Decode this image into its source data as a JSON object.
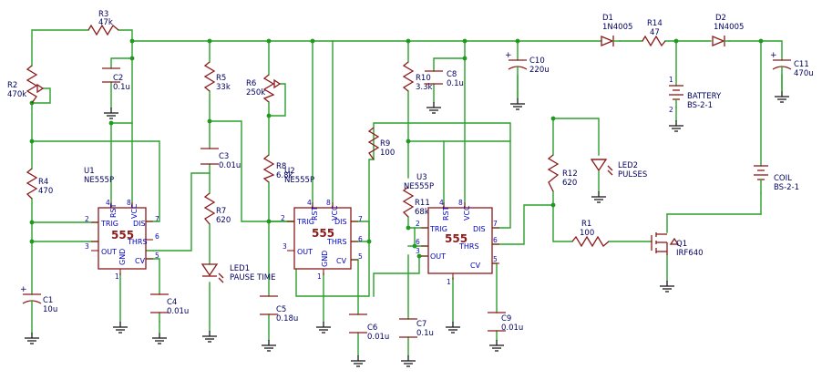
{
  "components": {
    "R3": {
      "ref": "R3",
      "value": "47k"
    },
    "R2": {
      "ref": "R2",
      "value": "470k"
    },
    "C2": {
      "ref": "C2",
      "value": "0.1u"
    },
    "R4": {
      "ref": "R4",
      "value": "470"
    },
    "C1": {
      "ref": "C1",
      "value": "10u"
    },
    "U1": {
      "ref": "U1",
      "value": "NE555P",
      "chip": "555"
    },
    "C4": {
      "ref": "C4",
      "value": "0.01u"
    },
    "R5": {
      "ref": "R5",
      "value": "33k"
    },
    "C3": {
      "ref": "C3",
      "value": "0.01u"
    },
    "R7": {
      "ref": "R7",
      "value": "620"
    },
    "LED1": {
      "ref": "LED1",
      "value": "PAUSE TIME"
    },
    "R6": {
      "ref": "R6",
      "value": "250k"
    },
    "R8": {
      "ref": "R8",
      "value": "6.8k"
    },
    "U2": {
      "ref": "U2",
      "value": "NE555P",
      "chip": "555"
    },
    "C5": {
      "ref": "C5",
      "value": "0.18u"
    },
    "C6": {
      "ref": "C6",
      "value": "0.01u"
    },
    "R9": {
      "ref": "R9",
      "value": "100"
    },
    "R10": {
      "ref": "R10",
      "value": "3.3k"
    },
    "C8": {
      "ref": "C8",
      "value": "0.1u"
    },
    "R11": {
      "ref": "R11",
      "value": "68k"
    },
    "U3": {
      "ref": "U3",
      "value": "NE555P",
      "chip": "555"
    },
    "C7": {
      "ref": "C7",
      "value": "0.1u"
    },
    "C9": {
      "ref": "C9",
      "value": "0.01u"
    },
    "C10": {
      "ref": "C10",
      "value": "220u"
    },
    "R12": {
      "ref": "R12",
      "value": "620"
    },
    "LED2": {
      "ref": "LED2",
      "value": "PULSES"
    },
    "R1": {
      "ref": "R1",
      "value": "100"
    },
    "Q1": {
      "ref": "Q1",
      "value": "IRF640"
    },
    "D1": {
      "ref": "D1",
      "value": "1N4005"
    },
    "R14": {
      "ref": "R14",
      "value": "47"
    },
    "D2": {
      "ref": "D2",
      "value": "1N4005"
    },
    "BATTERY": {
      "ref": "BATTERY",
      "value": "BS-2-1"
    },
    "C11": {
      "ref": "C11",
      "value": "470u"
    },
    "COIL": {
      "ref": "COIL",
      "value": "BS-2-1"
    }
  },
  "pins": {
    "n1": "1",
    "n2": "2",
    "n3": "3",
    "n4": "4",
    "n5": "5",
    "n6": "6",
    "n7": "7",
    "n8": "8",
    "rst": "RST",
    "vcc": "VCC",
    "trig": "TRIG",
    "dis": "DIS",
    "thrs": "THRS",
    "out": "OUT",
    "cv": "CV",
    "gnd": "GND"
  },
  "colors": {
    "wire": "#2aa02a",
    "component": "#8b1a1a",
    "label": "#000060",
    "pin_label": "#0000c0"
  }
}
